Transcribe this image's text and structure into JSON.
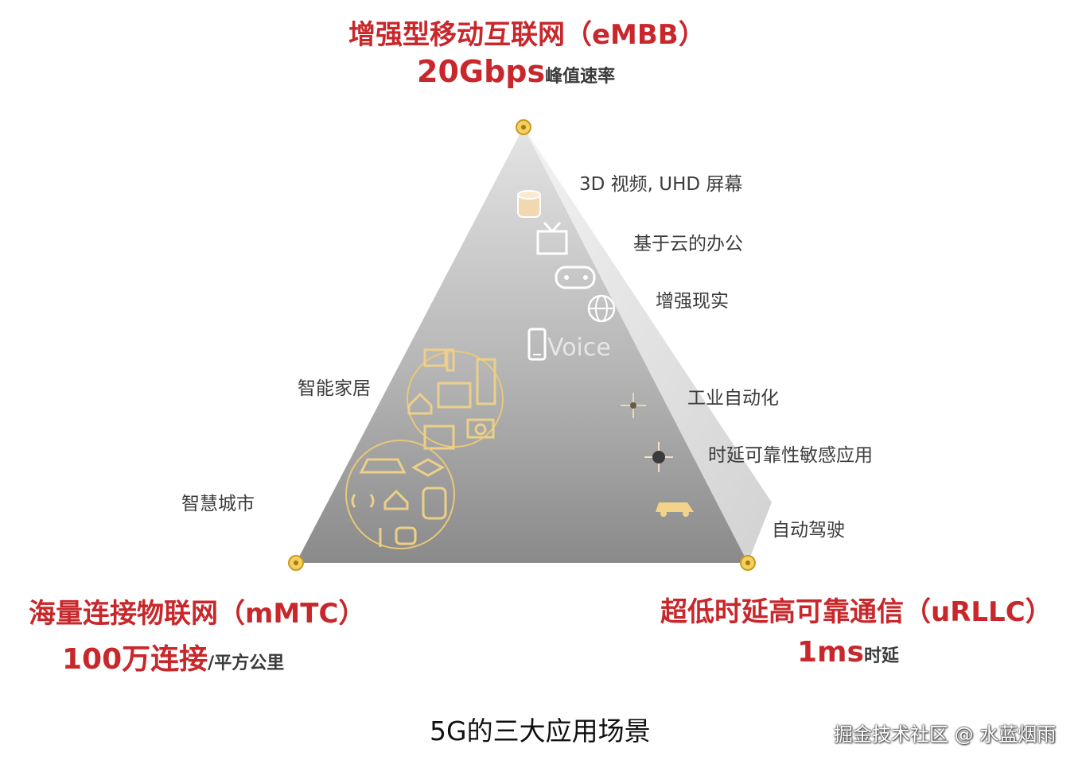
{
  "embb": {
    "title": "增强型移动互联网（eMBB）",
    "value": "20Gbps",
    "unit": "峰值速率"
  },
  "mmtc": {
    "title": "海量连接物联网（mMTC）",
    "value": "100万连接",
    "unit": "/平方公里"
  },
  "urllc": {
    "title": "超低时延高可靠通信（uRLLC）",
    "value": "1ms",
    "unit": "时延"
  },
  "embb_labels": [
    "3D 视频, UHD 屏幕",
    "基于云的办公",
    "增强现实"
  ],
  "voice_label": "Voice",
  "urllc_labels": [
    "工业自动化",
    "时延可靠性敏感应用",
    "自动驾驶"
  ],
  "mmtc_labels": {
    "home": "智能家居",
    "city": "智慧城市"
  },
  "caption": "5G的三大应用场景",
  "watermark": "掘金技术社区 @ 水蓝烟雨",
  "colors": {
    "accent_red": "#c8272b",
    "icon_gold": "#e8c878",
    "pyramid_dark": "#8a8a8a"
  }
}
